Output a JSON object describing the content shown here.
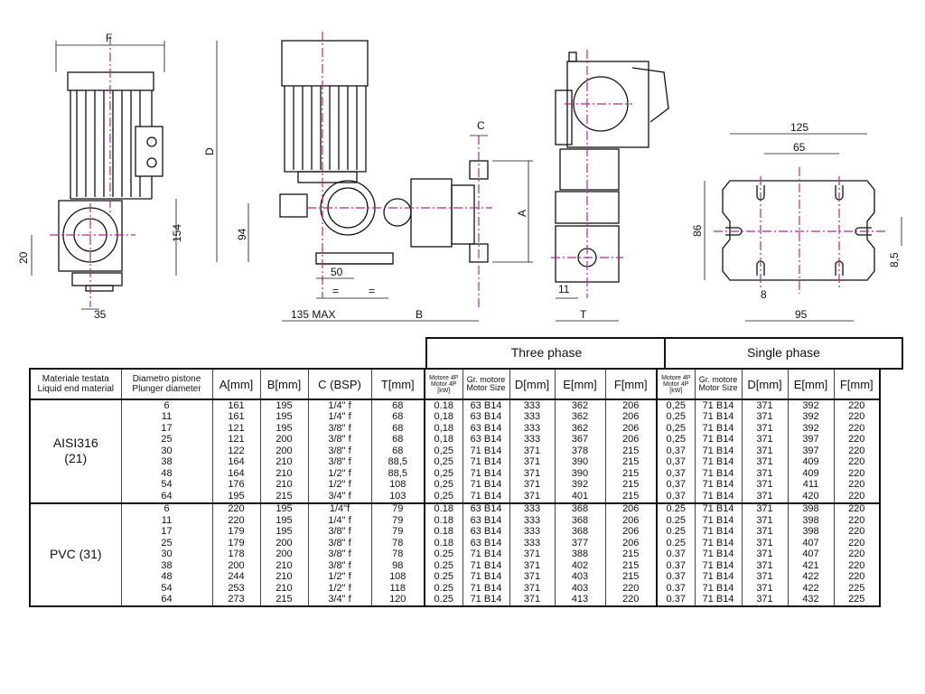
{
  "drawing": {
    "dims": {
      "F_top": "F",
      "D_left": "D",
      "h94": "94",
      "h154": "154",
      "h20": "20",
      "w35": "35",
      "w50": "50",
      "eq1": "=",
      "eq2": "=",
      "max135": "135 MAX",
      "B": "B",
      "C": "C",
      "A": "A",
      "w11": "11",
      "T": "T",
      "w125": "125",
      "w65": "65",
      "h86": "86",
      "w8": "8",
      "h8_5": "8,5",
      "w95": "95"
    }
  },
  "headers": {
    "three_phase": "Three phase",
    "single_phase": "Single phase",
    "material": [
      "Materiale testata",
      "Liquid end material"
    ],
    "diameter": [
      "Diametro pistone",
      "Plunger diameter"
    ],
    "a": "A[mm]",
    "b": "B[mm]",
    "c": "C (BSP)",
    "t": "T[mm]",
    "motor_kw": [
      "Motore 4P",
      "Motor 4P",
      "[kW]"
    ],
    "motor_size": [
      "Gr. motore",
      "Motor Size"
    ],
    "d": "D[mm]",
    "e": "E[mm]",
    "f": "F[mm]"
  },
  "groups": [
    {
      "material": [
        "AISI316",
        "(21)"
      ],
      "rows": [
        [
          "6",
          "161",
          "195",
          "1/4\" f",
          "68",
          "0.18",
          "63 B14",
          "333",
          "362",
          "206",
          "0,25",
          "71 B14",
          "371",
          "392",
          "220"
        ],
        [
          "11",
          "161",
          "195",
          "1/4\" f",
          "68",
          "0,18",
          "63 B14",
          "333",
          "362",
          "206",
          "0,25",
          "71 B14",
          "371",
          "392",
          "220"
        ],
        [
          "17",
          "121",
          "195",
          "3/8\" f",
          "68",
          "0,18",
          "63 B14",
          "333",
          "362",
          "206",
          "0,25",
          "71 B14",
          "371",
          "392",
          "220"
        ],
        [
          "25",
          "121",
          "200",
          "3/8\" f",
          "68",
          "0,18",
          "63 B14",
          "333",
          "367",
          "206",
          "0,25",
          "71 B14",
          "371",
          "397",
          "220"
        ],
        [
          "30",
          "122",
          "200",
          "3/8\" f",
          "68",
          "0,25",
          "71 B14",
          "371",
          "378",
          "215",
          "0,37",
          "71 B14",
          "371",
          "397",
          "220"
        ],
        [
          "38",
          "164",
          "210",
          "3/8\" f",
          "88,5",
          "0,25",
          "71 B14",
          "371",
          "390",
          "215",
          "0,37",
          "71 B14",
          "371",
          "409",
          "220"
        ],
        [
          "48",
          "164",
          "210",
          "1/2\" f",
          "88,5",
          "0,25",
          "71 B14",
          "371",
          "390",
          "215",
          "0,37",
          "71 B14",
          "371",
          "409",
          "220"
        ],
        [
          "54",
          "176",
          "210",
          "1/2\" f",
          "108",
          "0,25",
          "71 B14",
          "371",
          "392",
          "215",
          "0,37",
          "71 B14",
          "371",
          "411",
          "220"
        ],
        [
          "64",
          "195",
          "215",
          "3/4\" f",
          "103",
          "0,25",
          "71 B14",
          "371",
          "401",
          "215",
          "0,37",
          "71 B14",
          "371",
          "420",
          "220"
        ]
      ]
    },
    {
      "material": [
        "PVC (31)"
      ],
      "rows": [
        [
          "6",
          "220",
          "195",
          "1/4\"f",
          "79",
          "0.18",
          "63 B14",
          "333",
          "368",
          "206",
          "0.25",
          "71 B14",
          "371",
          "398",
          "220"
        ],
        [
          "11",
          "220",
          "195",
          "1/4\" f",
          "79",
          "0.18",
          "63 B14",
          "333",
          "368",
          "206",
          "0.25",
          "71 B14",
          "371",
          "398",
          "220"
        ],
        [
          "17",
          "179",
          "195",
          "3/8\" f",
          "79",
          "0.18",
          "63 B14",
          "333",
          "368",
          "206",
          "0.25",
          "71 B14",
          "371",
          "398",
          "220"
        ],
        [
          "25",
          "179",
          "200",
          "3/8\" f",
          "78",
          "0.18",
          "63 B14",
          "333",
          "377",
          "206",
          "0.25",
          "71 B14",
          "371",
          "407",
          "220"
        ],
        [
          "30",
          "178",
          "200",
          "3/8\" f",
          "78",
          "0.25",
          "71 B14",
          "371",
          "388",
          "215",
          "0.37",
          "71 B14",
          "371",
          "407",
          "220"
        ],
        [
          "38",
          "200",
          "210",
          "3/8\" f",
          "98",
          "0.25",
          "71 B14",
          "371",
          "402",
          "215",
          "0.37",
          "71 B14",
          "371",
          "421",
          "220"
        ],
        [
          "48",
          "244",
          "210",
          "1/2\" f",
          "108",
          "0.25",
          "71 B14",
          "371",
          "403",
          "215",
          "0.37",
          "71 B14",
          "371",
          "422",
          "220"
        ],
        [
          "54",
          "253",
          "210",
          "1/2\" f",
          "118",
          "0.25",
          "71 B14",
          "371",
          "403",
          "220",
          "0.37",
          "71 B14",
          "371",
          "422",
          "225"
        ],
        [
          "64",
          "273",
          "215",
          "3/4\" f",
          "120",
          "0.25",
          "71 B14",
          "371",
          "413",
          "220",
          "0.37",
          "71 B14",
          "371",
          "432",
          "225"
        ]
      ]
    }
  ],
  "colors": {
    "centerline": "#b0279a",
    "line": "#111111"
  }
}
